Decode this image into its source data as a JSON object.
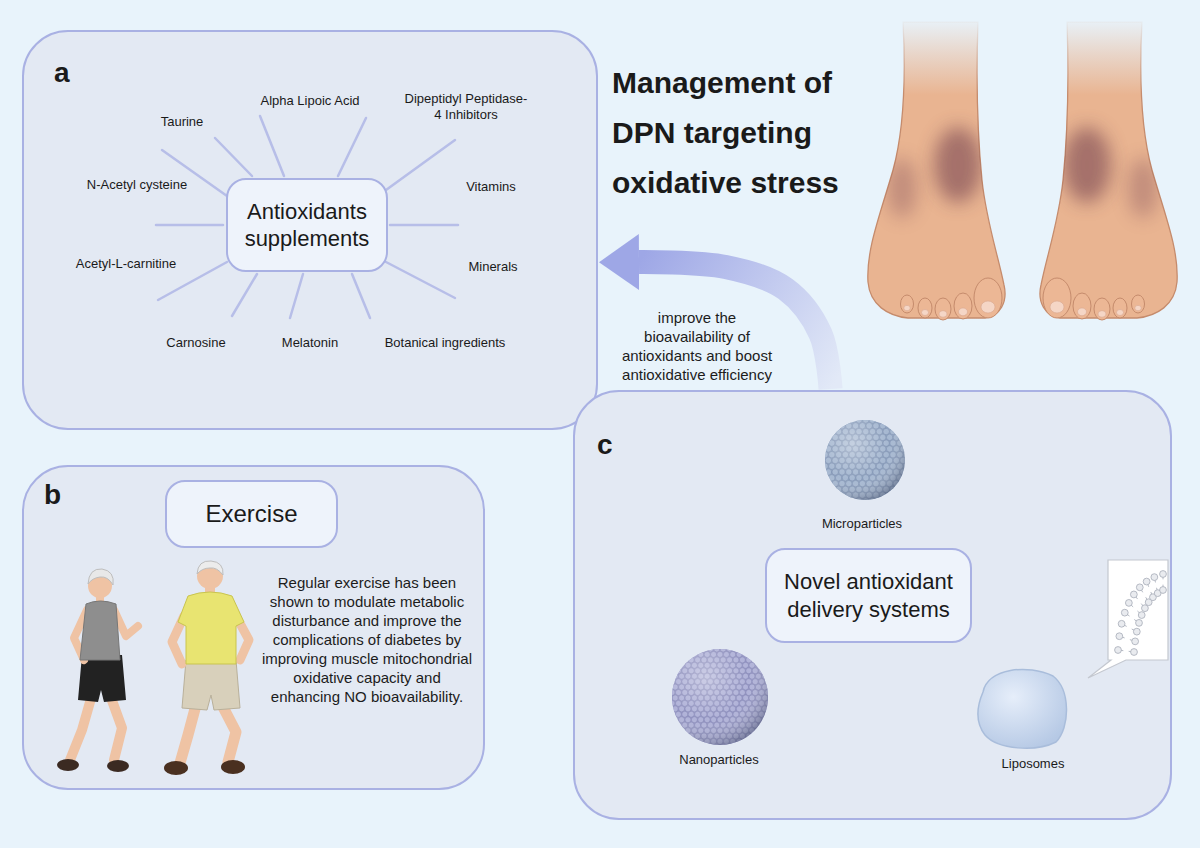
{
  "diagram": {
    "title": "Management of DPN targeting oxidative stress",
    "nodes": [
      {
        "text": [
          "a"
        ]
      },
      {
        "text": [
          "Antioxidants supplements"
        ],
        "in": 0
      },
      {
        "text": [
          "b",
          "Regular exercise has been shown to modulate metabolic disturbance and improve the complications of diabetes by improving muscle mitochondrial oxidative capacity and enhancing NO bioavailability."
        ]
      },
      {
        "text": [
          "Exercise"
        ],
        "in": 2
      },
      {
        "text": [
          "c"
        ]
      },
      {
        "text": [
          "Novel antioxidant delivery systems"
        ],
        "in": 4
      }
    ],
    "edges": [
      {
        "from": 4,
        "to": 0,
        "arrow": "to",
        "label": "improve the bioavailability of antioxidants and boost antioxidative efficiency"
      }
    ],
    "labels": [
      "Alpha Lipoic Acid",
      "Taurine",
      "Dipeptidyl Peptidase-4 Inhibitors",
      "N-Acetyl cysteine",
      "Vitamins",
      "Acetyl-L-carnitine",
      "Minerals",
      "Carnosine",
      "Melatonin",
      "Botanical ingredients",
      "Microparticles",
      "Nanoparticles",
      "Liposomes"
    ]
  }
}
